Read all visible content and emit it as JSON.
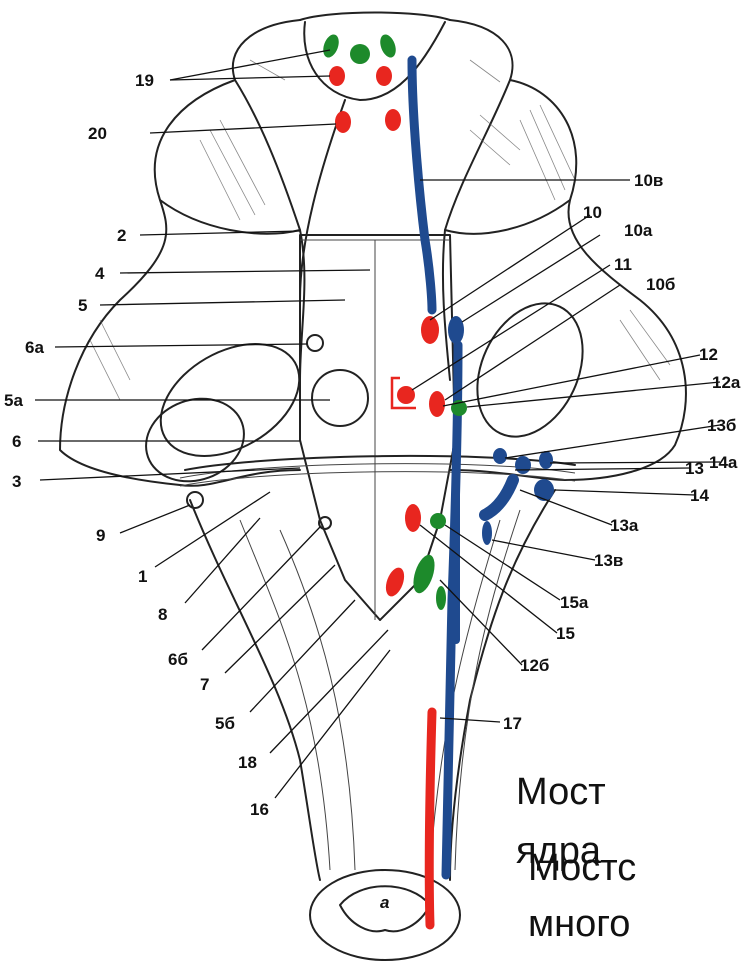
{
  "colors": {
    "red": "#e8261f",
    "green": "#1d8a2b",
    "blue": "#1f4a8f",
    "ink": "#222222"
  },
  "labels": [
    {
      "id": "19",
      "text": "19"
    },
    {
      "id": "20",
      "text": "20"
    },
    {
      "id": "2",
      "text": "2"
    },
    {
      "id": "4",
      "text": "4"
    },
    {
      "id": "5",
      "text": "5"
    },
    {
      "id": "6a",
      "text": "6а"
    },
    {
      "id": "5a",
      "text": "5а"
    },
    {
      "id": "6",
      "text": "6"
    },
    {
      "id": "3",
      "text": "3"
    },
    {
      "id": "9",
      "text": "9"
    },
    {
      "id": "1",
      "text": "1"
    },
    {
      "id": "8",
      "text": "8"
    },
    {
      "id": "6b",
      "text": "6б"
    },
    {
      "id": "7",
      "text": "7"
    },
    {
      "id": "5b",
      "text": "5б"
    },
    {
      "id": "18",
      "text": "18"
    },
    {
      "id": "16",
      "text": "16"
    },
    {
      "id": "10v",
      "text": "10в"
    },
    {
      "id": "10",
      "text": "10"
    },
    {
      "id": "10a",
      "text": "10а"
    },
    {
      "id": "11",
      "text": "11"
    },
    {
      "id": "10b",
      "text": "10б"
    },
    {
      "id": "12",
      "text": "12"
    },
    {
      "id": "12a",
      "text": "12а"
    },
    {
      "id": "13b",
      "text": "13б"
    },
    {
      "id": "14a",
      "text": "14а"
    },
    {
      "id": "13",
      "text": "13"
    },
    {
      "id": "14",
      "text": "14"
    },
    {
      "id": "13a",
      "text": "13а"
    },
    {
      "id": "13v",
      "text": "13в"
    },
    {
      "id": "15a",
      "text": "15а"
    },
    {
      "id": "15",
      "text": "15"
    },
    {
      "id": "12b",
      "text": "12б"
    },
    {
      "id": "17",
      "text": "17"
    },
    {
      "id": "a",
      "text": "а"
    }
  ],
  "captions": {
    "line1": "Мост",
    "line2": "ядра",
    "line3": "Мостс",
    "line4": "много"
  }
}
